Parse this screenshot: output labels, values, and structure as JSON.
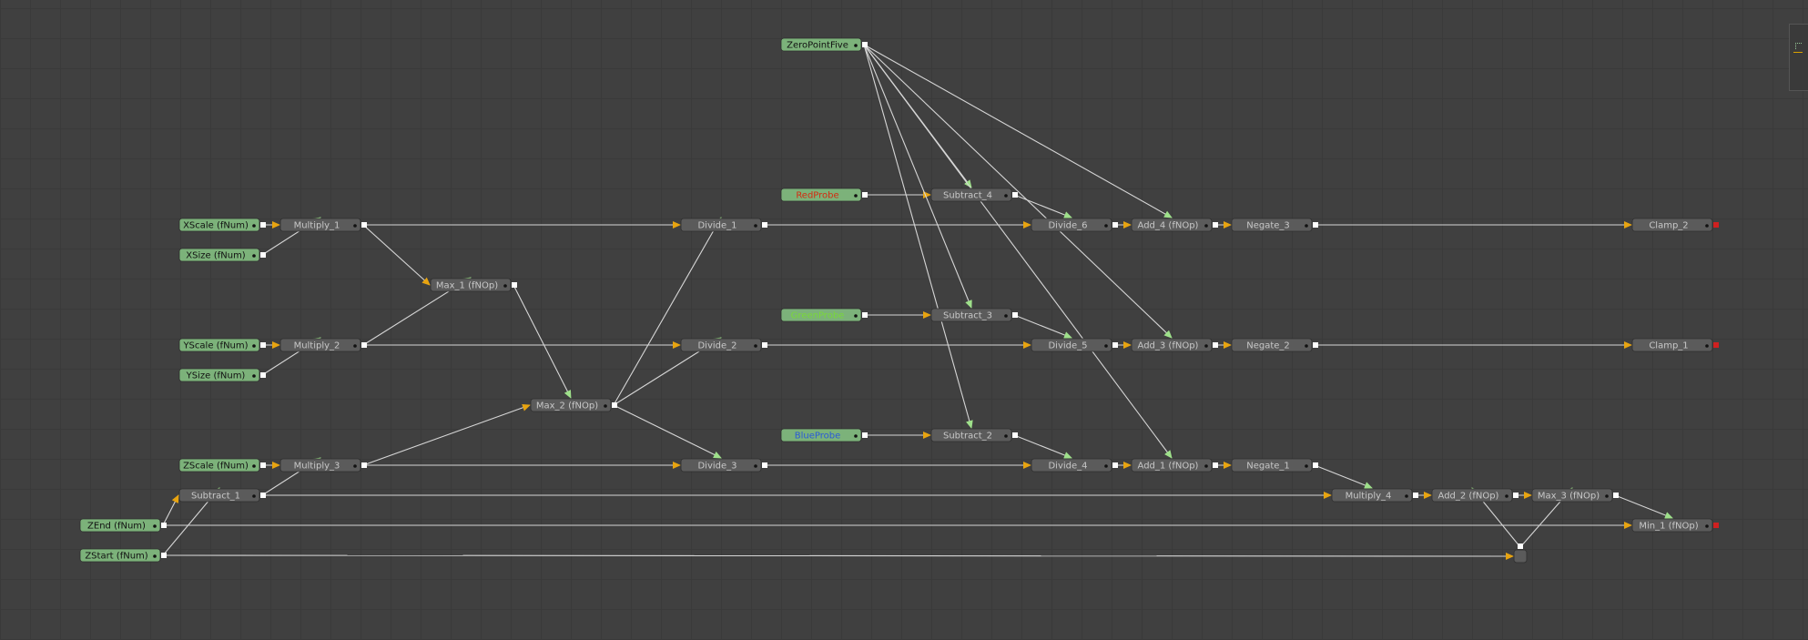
{
  "colors": {
    "background": "#404040",
    "node_fill": "#5b5b5b",
    "node_text": "#c8c8c8",
    "input_fill": "#7cb27a",
    "input_text": "#111111",
    "wire": "#d6d6d6",
    "input_arrow": "#e8a410",
    "mask_arrow": "#9ee08a",
    "red_text": "#d42a10",
    "green_text": "#7ad83a",
    "blue_text": "#2a5ad8",
    "output_port": "#d02020"
  },
  "nodes": [
    {
      "id": "xscale",
      "label": "XScale  (fNum)",
      "kind": "input"
    },
    {
      "id": "xsize",
      "label": "XSize  (fNum)",
      "kind": "input"
    },
    {
      "id": "yscale",
      "label": "YScale  (fNum)",
      "kind": "input"
    },
    {
      "id": "ysize",
      "label": "YSize  (fNum)",
      "kind": "input"
    },
    {
      "id": "zscale",
      "label": "ZScale  (fNum)",
      "kind": "input"
    },
    {
      "id": "zend",
      "label": "ZEnd  (fNum)",
      "kind": "input"
    },
    {
      "id": "zstart",
      "label": "ZStart  (fNum)",
      "kind": "input"
    },
    {
      "id": "zeropointfive",
      "label": "ZeroPointFive",
      "kind": "input"
    },
    {
      "id": "redprobe",
      "label": "RedProbe",
      "kind": "input",
      "text_color": "red"
    },
    {
      "id": "greenprobe",
      "label": "GreenProbe",
      "kind": "input",
      "text_color": "green"
    },
    {
      "id": "blueprobe",
      "label": "BlueProbe",
      "kind": "input",
      "text_color": "blue"
    },
    {
      "id": "multiply1",
      "label": "Multiply_1",
      "kind": "op"
    },
    {
      "id": "multiply2",
      "label": "Multiply_2",
      "kind": "op"
    },
    {
      "id": "multiply3",
      "label": "Multiply_3",
      "kind": "op"
    },
    {
      "id": "subtract1",
      "label": "Subtract_1",
      "kind": "op"
    },
    {
      "id": "max1",
      "label": "Max_1  (fNOp)",
      "kind": "op"
    },
    {
      "id": "max2",
      "label": "Max_2  (fNOp)",
      "kind": "op"
    },
    {
      "id": "divide1",
      "label": "Divide_1",
      "kind": "op"
    },
    {
      "id": "divide2",
      "label": "Divide_2",
      "kind": "op"
    },
    {
      "id": "divide3",
      "label": "Divide_3",
      "kind": "op"
    },
    {
      "id": "subtract4",
      "label": "Subtract_4",
      "kind": "op"
    },
    {
      "id": "subtract3",
      "label": "Subtract_3",
      "kind": "op"
    },
    {
      "id": "subtract2",
      "label": "Subtract_2",
      "kind": "op"
    },
    {
      "id": "divide6",
      "label": "Divide_6",
      "kind": "op"
    },
    {
      "id": "divide5",
      "label": "Divide_5",
      "kind": "op"
    },
    {
      "id": "divide4",
      "label": "Divide_4",
      "kind": "op"
    },
    {
      "id": "add4",
      "label": "Add_4  (fNOp)",
      "kind": "op"
    },
    {
      "id": "add3",
      "label": "Add_3  (fNOp)",
      "kind": "op"
    },
    {
      "id": "add1",
      "label": "Add_1  (fNOp)",
      "kind": "op"
    },
    {
      "id": "negate3",
      "label": "Negate_3",
      "kind": "op"
    },
    {
      "id": "negate2",
      "label": "Negate_2",
      "kind": "op"
    },
    {
      "id": "negate1",
      "label": "Negate_1",
      "kind": "op"
    },
    {
      "id": "clamp2",
      "label": "Clamp_2",
      "kind": "output"
    },
    {
      "id": "clamp1",
      "label": "Clamp_1",
      "kind": "output"
    },
    {
      "id": "multiply4",
      "label": "Multiply_4",
      "kind": "op"
    },
    {
      "id": "add2",
      "label": "Add_2  (fNOp)",
      "kind": "op"
    },
    {
      "id": "max3",
      "label": "Max_3  (fNOp)",
      "kind": "op"
    },
    {
      "id": "min1",
      "label": "Min_1  (fNOp)",
      "kind": "output"
    },
    {
      "id": "pipe_router",
      "label": "",
      "kind": "router"
    }
  ],
  "connections": [
    [
      "xscale",
      "multiply1",
      "in"
    ],
    [
      "xsize",
      "multiply1",
      "side"
    ],
    [
      "yscale",
      "multiply2",
      "in"
    ],
    [
      "ysize",
      "multiply2",
      "side"
    ],
    [
      "zscale",
      "multiply3",
      "in"
    ],
    [
      "subtract1",
      "multiply3",
      "side"
    ],
    [
      "zend",
      "subtract1",
      "in"
    ],
    [
      "zstart",
      "subtract1",
      "side"
    ],
    [
      "multiply1",
      "max1",
      "in"
    ],
    [
      "multiply2",
      "max1",
      "side"
    ],
    [
      "max1",
      "max2",
      "side"
    ],
    [
      "multiply3",
      "max2",
      "in"
    ],
    [
      "multiply1",
      "divide1",
      "in"
    ],
    [
      "max2",
      "divide1",
      "side"
    ],
    [
      "multiply2",
      "divide2",
      "in"
    ],
    [
      "max2",
      "divide2",
      "side"
    ],
    [
      "multiply3",
      "divide3",
      "in"
    ],
    [
      "max2",
      "divide3",
      "side"
    ],
    [
      "redprobe",
      "subtract4",
      "in"
    ],
    [
      "zeropointfive",
      "subtract4",
      "side"
    ],
    [
      "greenprobe",
      "subtract3",
      "in"
    ],
    [
      "zeropointfive",
      "subtract3",
      "side"
    ],
    [
      "blueprobe",
      "subtract2",
      "in"
    ],
    [
      "zeropointfive",
      "subtract2",
      "side"
    ],
    [
      "divide1",
      "divide6",
      "in"
    ],
    [
      "subtract4",
      "divide6",
      "side"
    ],
    [
      "divide2",
      "divide5",
      "in"
    ],
    [
      "subtract3",
      "divide5",
      "side"
    ],
    [
      "divide3",
      "divide4",
      "in"
    ],
    [
      "subtract2",
      "divide4",
      "side"
    ],
    [
      "divide6",
      "add4",
      "in"
    ],
    [
      "zeropointfive",
      "add4",
      "side"
    ],
    [
      "divide5",
      "add3",
      "in"
    ],
    [
      "zeropointfive",
      "add3",
      "side"
    ],
    [
      "divide4",
      "add1",
      "in"
    ],
    [
      "zeropointfive",
      "add1",
      "side"
    ],
    [
      "add4",
      "negate3",
      "in"
    ],
    [
      "add3",
      "negate2",
      "in"
    ],
    [
      "add1",
      "negate1",
      "in"
    ],
    [
      "negate3",
      "clamp2",
      "in"
    ],
    [
      "negate2",
      "clamp1",
      "in"
    ],
    [
      "negate1",
      "multiply4",
      "side"
    ],
    [
      "subtract1",
      "multiply4",
      "in"
    ],
    [
      "multiply4",
      "add2",
      "in"
    ],
    [
      "add2",
      "max3",
      "in"
    ],
    [
      "zstart",
      "pipe_router",
      "in"
    ],
    [
      "pipe_router",
      "add2",
      "side"
    ],
    [
      "pipe_router",
      "max3",
      "side"
    ],
    [
      "zend",
      "min1",
      "in"
    ],
    [
      "max3",
      "min1",
      "side"
    ]
  ]
}
